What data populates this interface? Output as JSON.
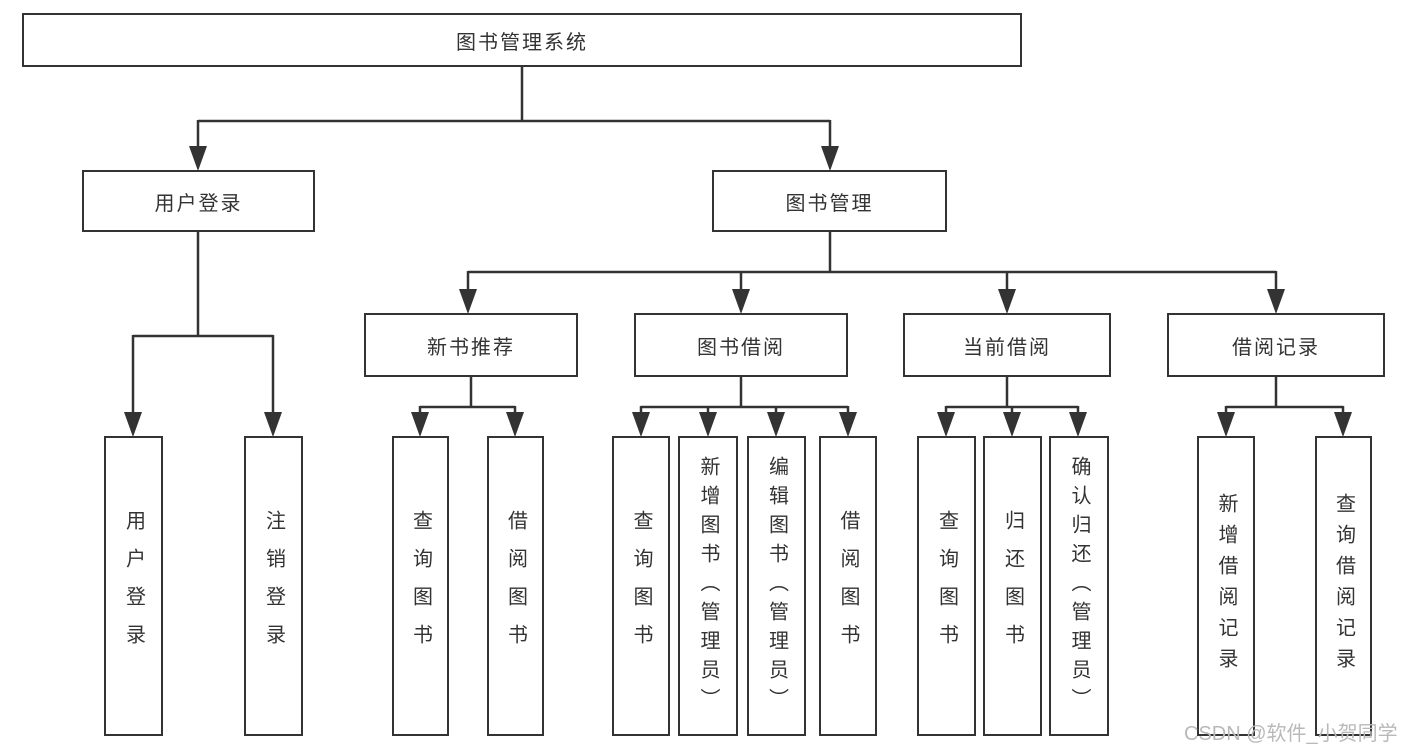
{
  "tree": {
    "label": "图书管理系统",
    "children": [
      {
        "label": "用户登录",
        "children": [
          {
            "label": "用户登录"
          },
          {
            "label": "注销登录"
          }
        ]
      },
      {
        "label": "图书管理",
        "children": [
          {
            "label": "新书推荐",
            "children": [
              {
                "label": "查询图书"
              },
              {
                "label": "借阅图书"
              }
            ]
          },
          {
            "label": "图书借阅",
            "children": [
              {
                "label": "查询图书"
              },
              {
                "label": "新增图书（管理员）"
              },
              {
                "label": "编辑图书（管理员）"
              },
              {
                "label": "借阅图书"
              }
            ]
          },
          {
            "label": "当前借阅",
            "children": [
              {
                "label": "查询图书"
              },
              {
                "label": "归还图书"
              },
              {
                "label": "确认归还（管理员）"
              }
            ]
          },
          {
            "label": "借阅记录",
            "children": [
              {
                "label": "新增借阅记录"
              },
              {
                "label": "查询借阅记录"
              }
            ]
          }
        ]
      }
    ]
  },
  "watermark": "CSDN @软件_小贺同学",
  "colors": {
    "line": "#333333",
    "box_background": "#ffffff",
    "text": "#333333",
    "watermark_text": "#b9b9b9"
  }
}
